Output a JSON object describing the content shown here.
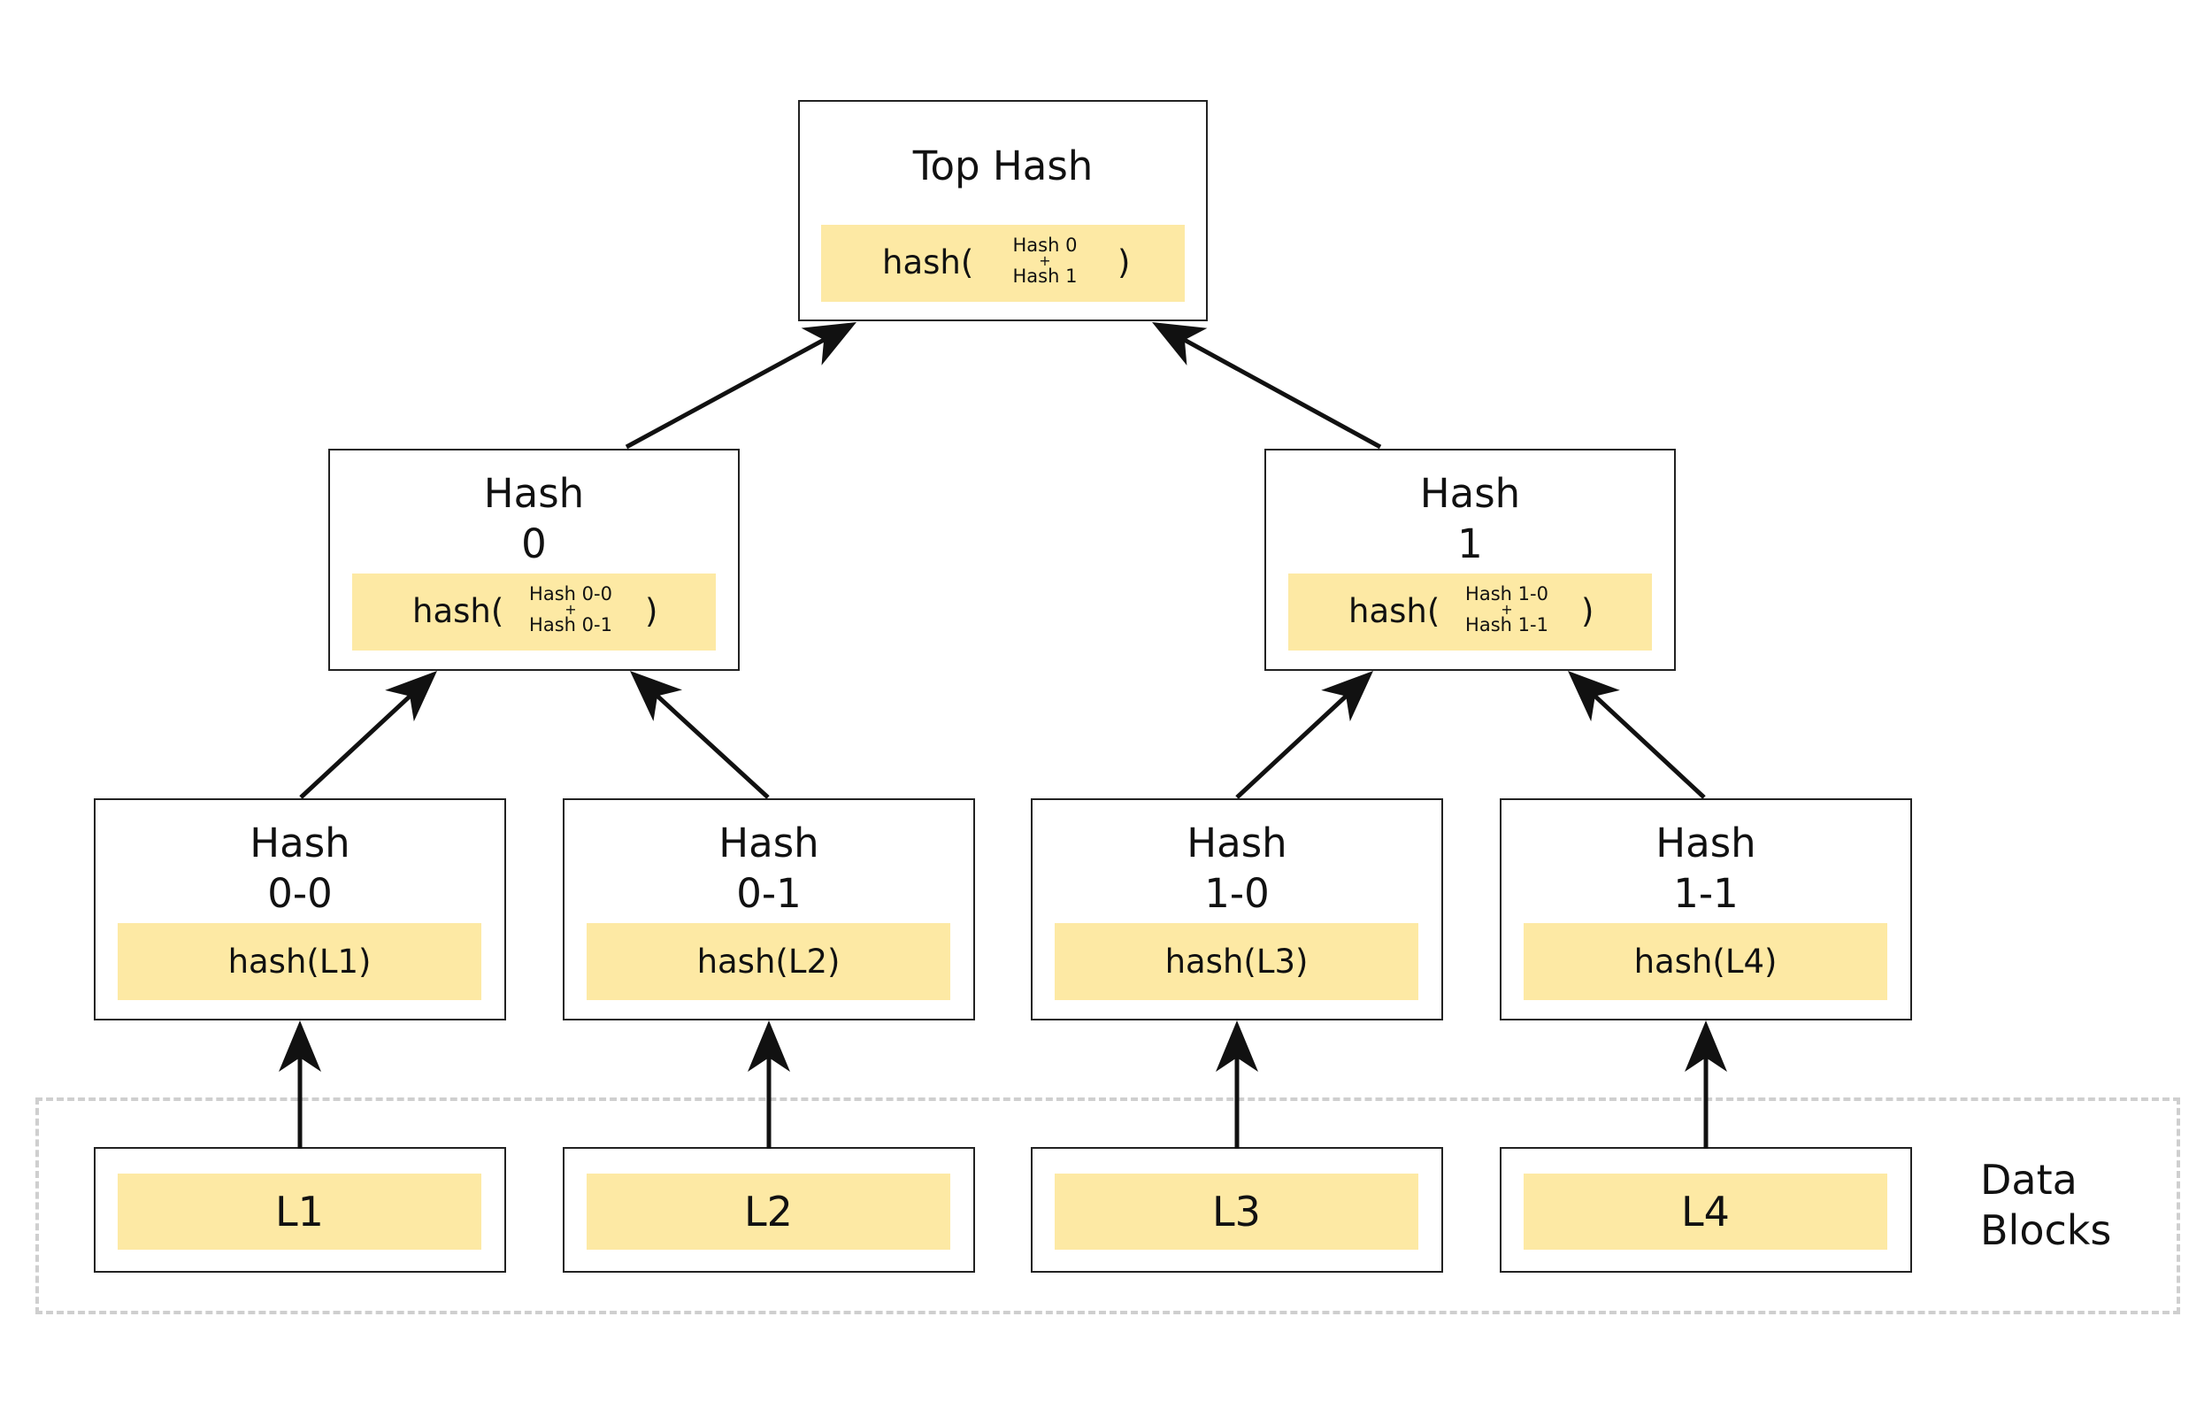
{
  "diagram": {
    "root": {
      "title": "Top Hash",
      "formula": {
        "prefix": "hash(",
        "top": "Hash 0",
        "op": "+",
        "bottom": "Hash 1",
        "suffix": ")"
      }
    },
    "level1": [
      {
        "title": "Hash\n0",
        "formula": {
          "prefix": "hash(",
          "top": "Hash 0-0",
          "op": "+",
          "bottom": "Hash 0-1",
          "suffix": ")"
        }
      },
      {
        "title": "Hash\n1",
        "formula": {
          "prefix": "hash(",
          "top": "Hash 1-0",
          "op": "+",
          "bottom": "Hash 1-1",
          "suffix": ")"
        }
      }
    ],
    "level2": [
      {
        "title": "Hash\n0-0",
        "formula": "hash(L1)"
      },
      {
        "title": "Hash\n0-1",
        "formula": "hash(L2)"
      },
      {
        "title": "Hash\n1-0",
        "formula": "hash(L3)"
      },
      {
        "title": "Hash\n1-1",
        "formula": "hash(L4)"
      }
    ],
    "leaves": [
      {
        "label": "L1"
      },
      {
        "label": "L2"
      },
      {
        "label": "L3"
      },
      {
        "label": "L4"
      }
    ],
    "data_group_label": "Data\nBlocks"
  },
  "colors": {
    "formula_fill": "#fde9a4",
    "node_border": "#222222",
    "group_border": "#cfcfcf",
    "arrow": "#111111"
  }
}
